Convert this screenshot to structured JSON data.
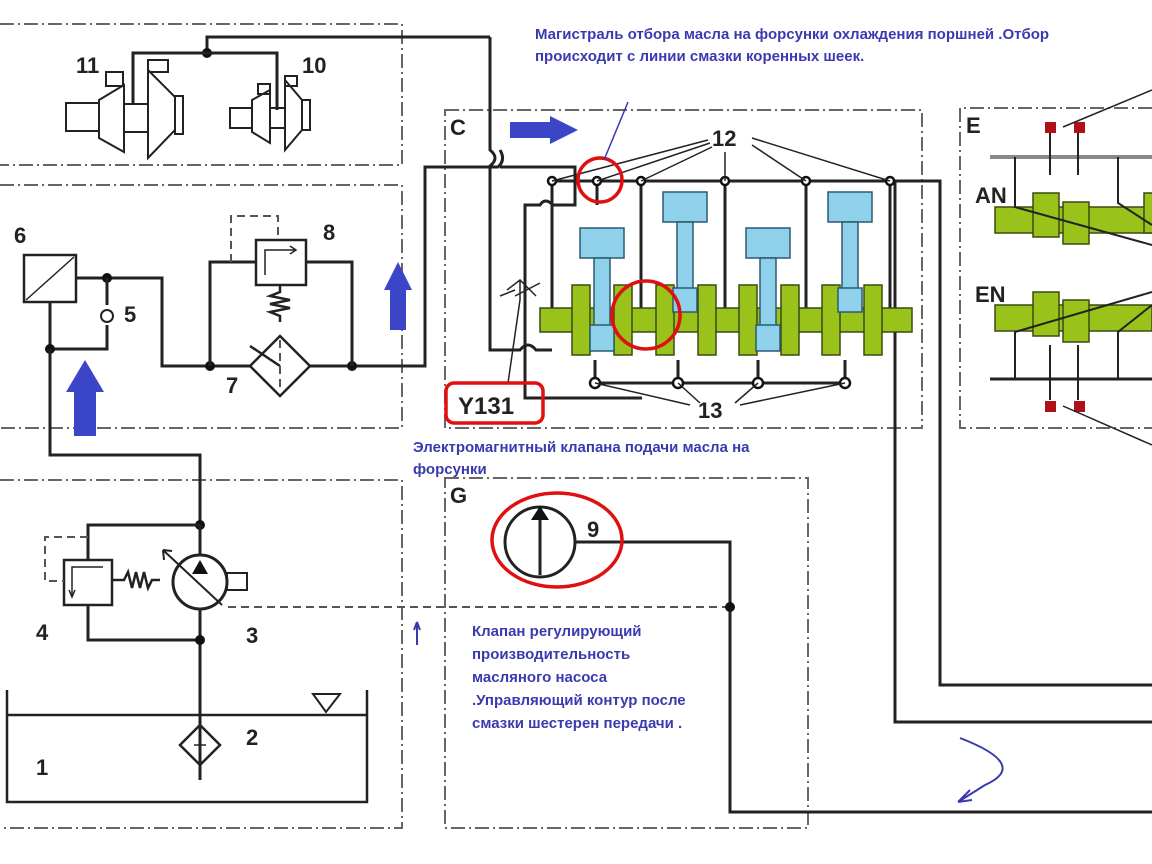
{
  "sections": {
    "C": "C",
    "E": "E",
    "G": "G"
  },
  "component_numbers": {
    "n1": "1",
    "n2": "2",
    "n3": "3",
    "n4": "4",
    "n5": "5",
    "n6": "6",
    "n7": "7",
    "n8": "8",
    "n9": "9",
    "n10": "10",
    "n11": "11",
    "n12": "12",
    "n13": "13"
  },
  "camshaft_labels": {
    "intake": "AN",
    "exhaust": "EN"
  },
  "solenoid_label": "Y131",
  "annotations": {
    "gallery_line1": "Магистраль отбора  масла  на форсунки  охлаждения поршней  .Отбор",
    "gallery_line2": "происходит  с  линии смазки  коренных  шеек.",
    "solenoid_line1": "Электромагнитный клапана  подачи масла на",
    "solenoid_line2": "форсунки",
    "pump_valve_lines": [
      "Клапан  регулирующий",
      "производительность",
      "масляного насоса",
      ".Управляющий  контур  после",
      "смазки шестерен передачи  ."
    ]
  },
  "colors": {
    "annotation": "#3a3ab0",
    "highlight": "#e01010",
    "flow_arrow": "#3b45c8",
    "crank": "#99c21a",
    "piston": "#8fd0ea"
  }
}
